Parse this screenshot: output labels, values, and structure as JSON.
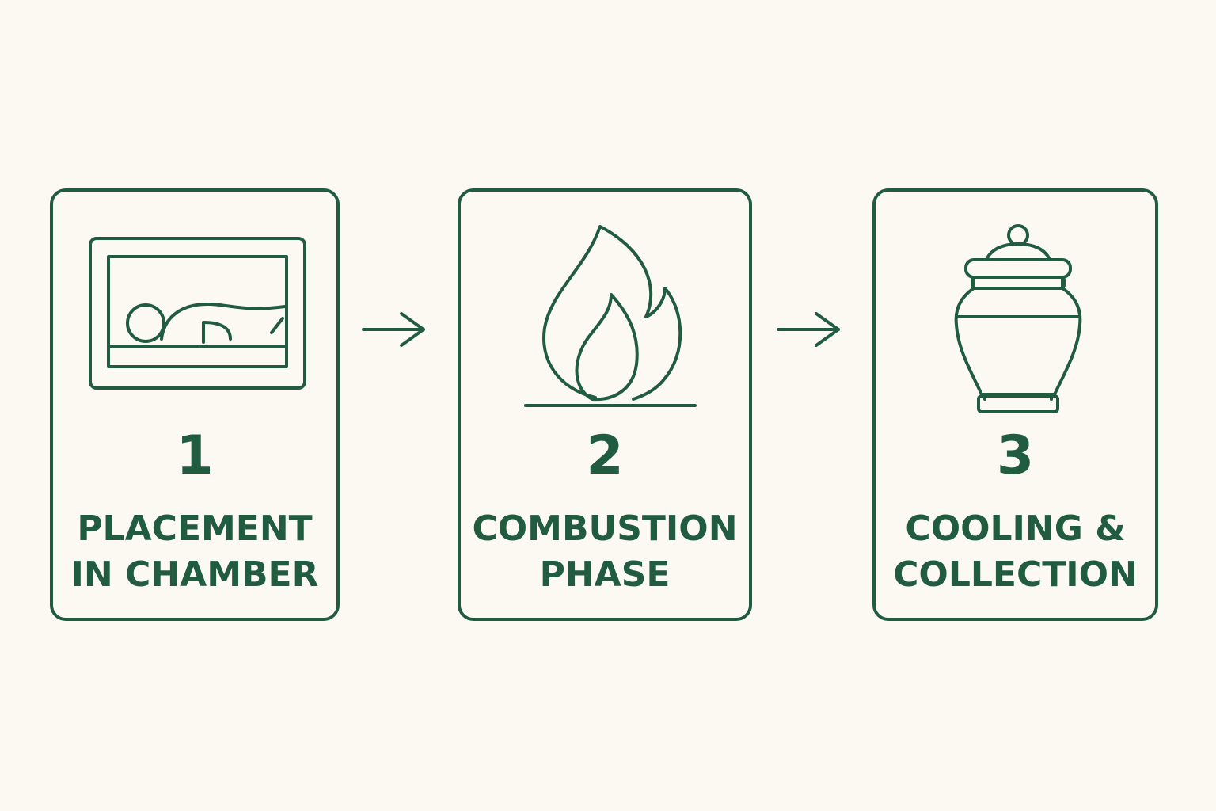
{
  "colors": {
    "background": "#fcf9f2",
    "accent": "#225c3f"
  },
  "steps": [
    {
      "number": "1",
      "label_lines": [
        "PLACEMENT",
        "IN CHAMBER"
      ],
      "icon": "cremation-chamber-icon"
    },
    {
      "number": "2",
      "label_lines": [
        "COMBUSTION",
        "PHASE"
      ],
      "icon": "flame-icon"
    },
    {
      "number": "3",
      "label_lines": [
        "COOLING &",
        "COLLECTION"
      ],
      "icon": "urn-icon"
    }
  ],
  "connectors": [
    "arrow-right-icon",
    "arrow-right-icon"
  ]
}
